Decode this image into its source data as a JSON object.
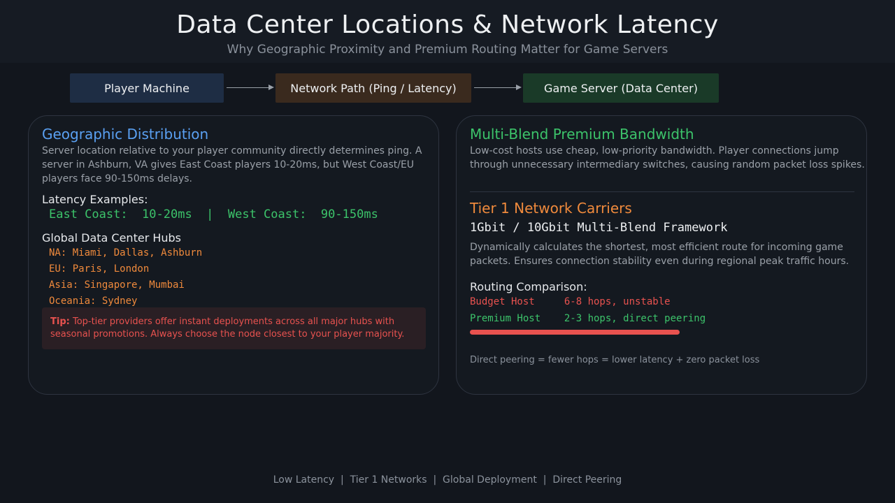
{
  "header": {
    "title": "Data Center Locations & Network Latency",
    "subtitle": "Why Geographic Proximity and Premium Routing Matter for Game Servers"
  },
  "flow": {
    "player": "Player Machine",
    "network": "Network Path (Ping / Latency)",
    "server": "Game Server (Data Center)"
  },
  "left_card": {
    "heading": "Geographic Distribution",
    "description_lines": [
      "Server location relative to your player community directly determines ping. A",
      "server in Ashburn, VA gives East Coast players 10-20ms, but West Coast/EU",
      "players face 90-150ms delays."
    ],
    "latency_label": "Latency Examples:",
    "latency_values": "East Coast:  10-20ms  |  West Coast:  90-150ms",
    "hubs_label": "Global Data Center Hubs",
    "hubs": [
      "NA: Miami, Dallas, Ashburn",
      "EU: Paris, London",
      "Asia: Singapore, Mumbai",
      "Oceania: Sydney"
    ],
    "tip_label": "Tip:",
    "tip_line1": " Top-tier providers offer instant deployments across all major hubs with",
    "tip_line2": "seasonal promotions. Always choose the node closest to your player majority."
  },
  "right_card": {
    "heading": "Multi-Blend Premium Bandwidth",
    "description_lines": [
      "Low-cost hosts use cheap, low-priority bandwidth. Player connections jump",
      "through unnecessary intermediary switches, causing random packet loss spikes."
    ],
    "tier_heading": "Tier 1 Network Carriers",
    "framework": "1Gbit / 10Gbit Multi-Blend Framework",
    "tier_description_lines": [
      "Dynamically calculates the shortest, most efficient route for incoming game",
      "packets. Ensures connection stability even during regional peak traffic hours."
    ],
    "routing_label": "Routing Comparison:",
    "budget_row": "Budget Host     6-8 hops, unstable",
    "premium_row": "Premium Host    2-3 hops, direct peering",
    "footnote": "Direct peering = fewer hops = lower latency + zero packet loss"
  },
  "footer": "Low Latency  |  Tier 1 Networks  |  Global Deployment  |  Direct Peering",
  "colors": {
    "background": "#12161d",
    "blue": "#5aa0f2",
    "green": "#3cc36a",
    "orange": "#f08a3c",
    "red": "#e8524f"
  }
}
